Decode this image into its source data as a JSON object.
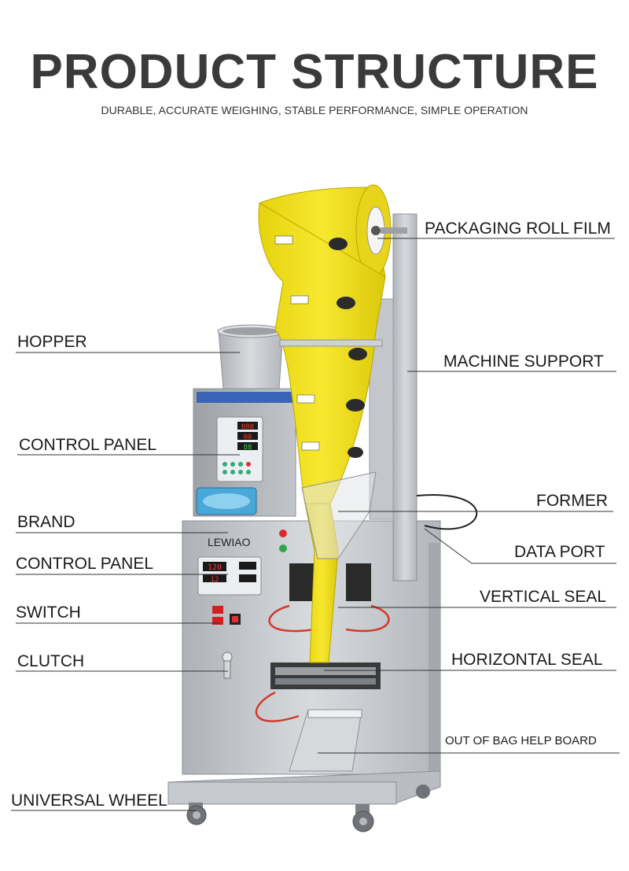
{
  "header": {
    "title": "PRODUCT STRUCTURE",
    "subtitle": "DURABLE, ACCURATE WEIGHING, STABLE PERFORMANCE, SIMPLE OPERATION"
  },
  "labels": {
    "left": [
      {
        "id": "hopper",
        "text": "HOPPER"
      },
      {
        "id": "control_panel_top",
        "text": "CONTROL PANEL"
      },
      {
        "id": "brand",
        "text": "BRAND"
      },
      {
        "id": "control_panel_bottom",
        "text": "CONTROL PANEL"
      },
      {
        "id": "switch",
        "text": "SWITCH"
      },
      {
        "id": "clutch",
        "text": "CLUTCH"
      },
      {
        "id": "universal_wheel",
        "text": "UNIVERSAL WHEEL"
      }
    ],
    "right": [
      {
        "id": "packaging_roll_film",
        "text": "PACKAGING ROLL FILM"
      },
      {
        "id": "machine_support",
        "text": "MACHINE SUPPORT"
      },
      {
        "id": "former",
        "text": "FORMER"
      },
      {
        "id": "data_port",
        "text": "DATA PORT"
      },
      {
        "id": "vertical_seal",
        "text": "VERTICAL SEAL"
      },
      {
        "id": "horizontal_seal",
        "text": "HORIZONTAL SEAL"
      },
      {
        "id": "out_of_bag_help_board",
        "text": "OUT OF BAG HELP BOARD"
      }
    ]
  },
  "machine": {
    "brand_name": "LEWIAO",
    "film_color": "#f2e11c",
    "steel_color": "#c9ccd0",
    "display_top": [
      "080",
      "00",
      "88"
    ],
    "display_bottom": [
      "120",
      "12"
    ]
  }
}
